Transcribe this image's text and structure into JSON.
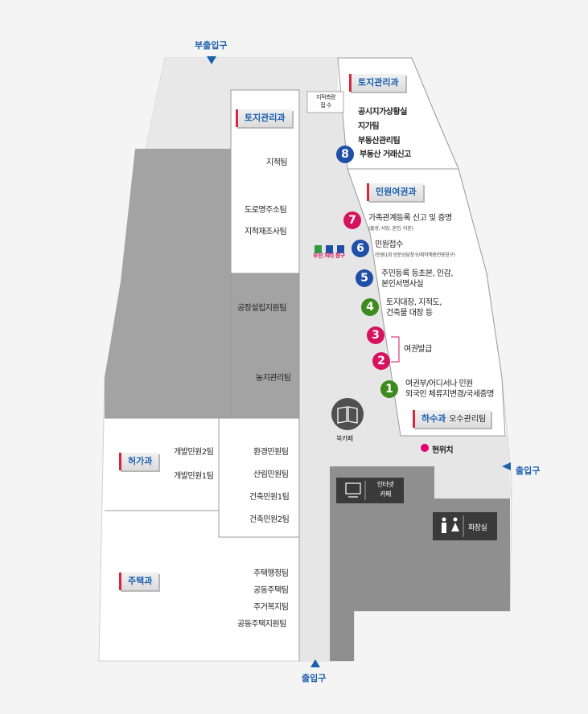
{
  "entrances": {
    "top": "부출입구",
    "right": "출입구",
    "bottom": "출입구"
  },
  "departments": {
    "land_top_right": "토지관리과",
    "land_left": "토지관리과",
    "civil": "민원여권과",
    "sewer": "하수과",
    "permit": "허가과",
    "housing": "주택과"
  },
  "teams": {
    "land_right": [
      "공시지가상황실",
      "지가팀",
      "부동산관리팀"
    ],
    "land_left": [
      "지적팀",
      "도로명주소팀",
      "지적재조사팀"
    ],
    "factory": "공장설립지원팀",
    "farmland": "농지관리팀",
    "sewer_team": "오수관리팀",
    "permit_inner": [
      "개발민원2팀",
      "개발민원1팀"
    ],
    "permit_outer": [
      "환경민원팀",
      "산림민원팀",
      "건축민원1팀",
      "건축민원2팀"
    ],
    "housing": [
      "주택행정팀",
      "공동주택팀",
      "주거복지팀",
      "공동주택지원팀"
    ]
  },
  "survey_box": [
    "지적측량",
    "접  수"
  ],
  "counters": [
    {
      "num": "8",
      "color": "#1f4fa6",
      "text": "부동산 거래신고",
      "sub": ""
    },
    {
      "num": "7",
      "color": "#d5135e",
      "text": "가족관계등록 신고 및 증명",
      "sub": "(출생, 사망, 혼인, 이혼)"
    },
    {
      "num": "6",
      "color": "#1f4fa6",
      "text": "민원접수",
      "sub": "(민원1회 방문상담창구/취약계층전용창구)"
    },
    {
      "num": "5",
      "color": "#1f4fa6",
      "text": "주민등록 등초본, 인감,",
      "text2": "본인서명사실"
    },
    {
      "num": "4",
      "color": "#3d8a1f",
      "text": "토지대장, 지적도,",
      "text2": "건축물 대장 등"
    },
    {
      "num": "3",
      "color": "#d5135e"
    },
    {
      "num": "2",
      "color": "#d5135e"
    },
    {
      "num": "1",
      "color": "#3d8a1f",
      "text": "여권부/어디서나 민원",
      "text2": "외국인 체류지변경/국세증명"
    }
  ],
  "passport_label": "여권발급",
  "priority_label": "우선 처리 창구",
  "book_cafe": "북카페",
  "current_location": "현위치",
  "internet_cafe": [
    "인터넷",
    "카페"
  ],
  "restroom": "화장실"
}
